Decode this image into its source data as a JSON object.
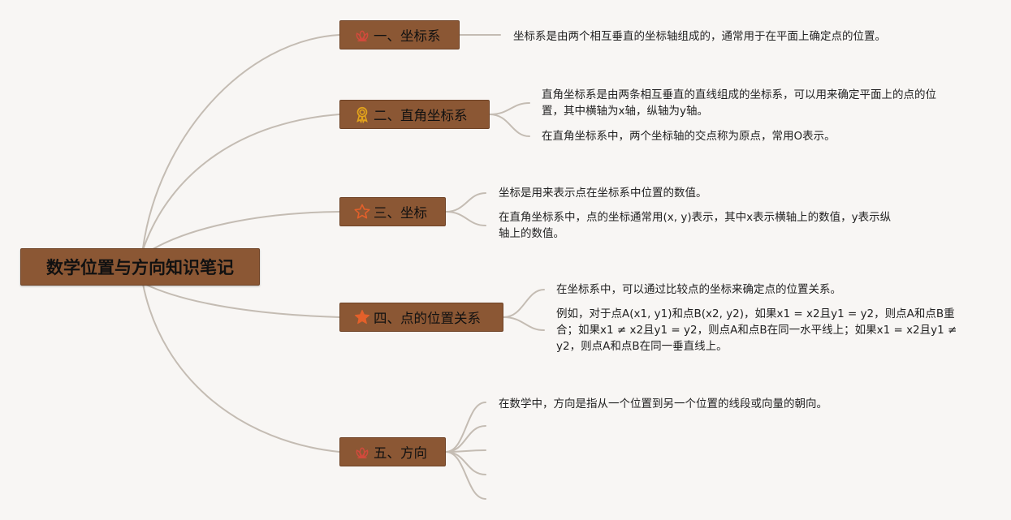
{
  "root": {
    "title": "数学位置与方向知识笔记"
  },
  "branches": [
    {
      "label": "一、坐标系",
      "icon": "flower-icon",
      "notes": [
        "坐标系是由两个相互垂直的坐标轴组成的，通常用于在平面上确定点的位置。"
      ]
    },
    {
      "label": "二、直角坐标系",
      "icon": "award-ribbon-icon",
      "notes": [
        "直角坐标系是由两条相互垂直的直线组成的坐标系，可以用来确定平面上的点的位置，其中横轴为x轴，纵轴为y轴。",
        "在直角坐标系中，两个坐标轴的交点称为原点，常用O表示。"
      ]
    },
    {
      "label": "三、坐标",
      "icon": "star-outline-icon",
      "notes": [
        "坐标是用来表示点在坐标系中位置的数值。",
        "在直角坐标系中，点的坐标通常用(x, y)表示，其中x表示横轴上的数值，y表示纵轴上的数值。"
      ]
    },
    {
      "label": "四、点的位置关系",
      "icon": "star-filled-icon",
      "notes": [
        "在坐标系中，可以通过比较点的坐标来确定点的位置关系。",
        "例如，对于点A(x1, y1)和点B(x2, y2)，如果x1 = x2且y1 = y2，则点A和点B重合；如果x1 ≠ x2且y1 = y2，则点A和点B在同一水平线上；如果x1 = x2且y1 ≠ y2，则点A和点B在同一垂直线上。"
      ]
    },
    {
      "label": "五、方向",
      "icon": "flower-icon",
      "notes": [
        "在数学中，方向是指从一个位置到另一个位置的线段或向量的朝向。"
      ]
    }
  ],
  "colors": {
    "node_fill": "#8b5734",
    "line": "#c4bcb3",
    "background": "#f8f6f4",
    "flower_icon": "#d24a3c",
    "award_icon": "#e2a31b",
    "star_icon": "#e4602a"
  }
}
